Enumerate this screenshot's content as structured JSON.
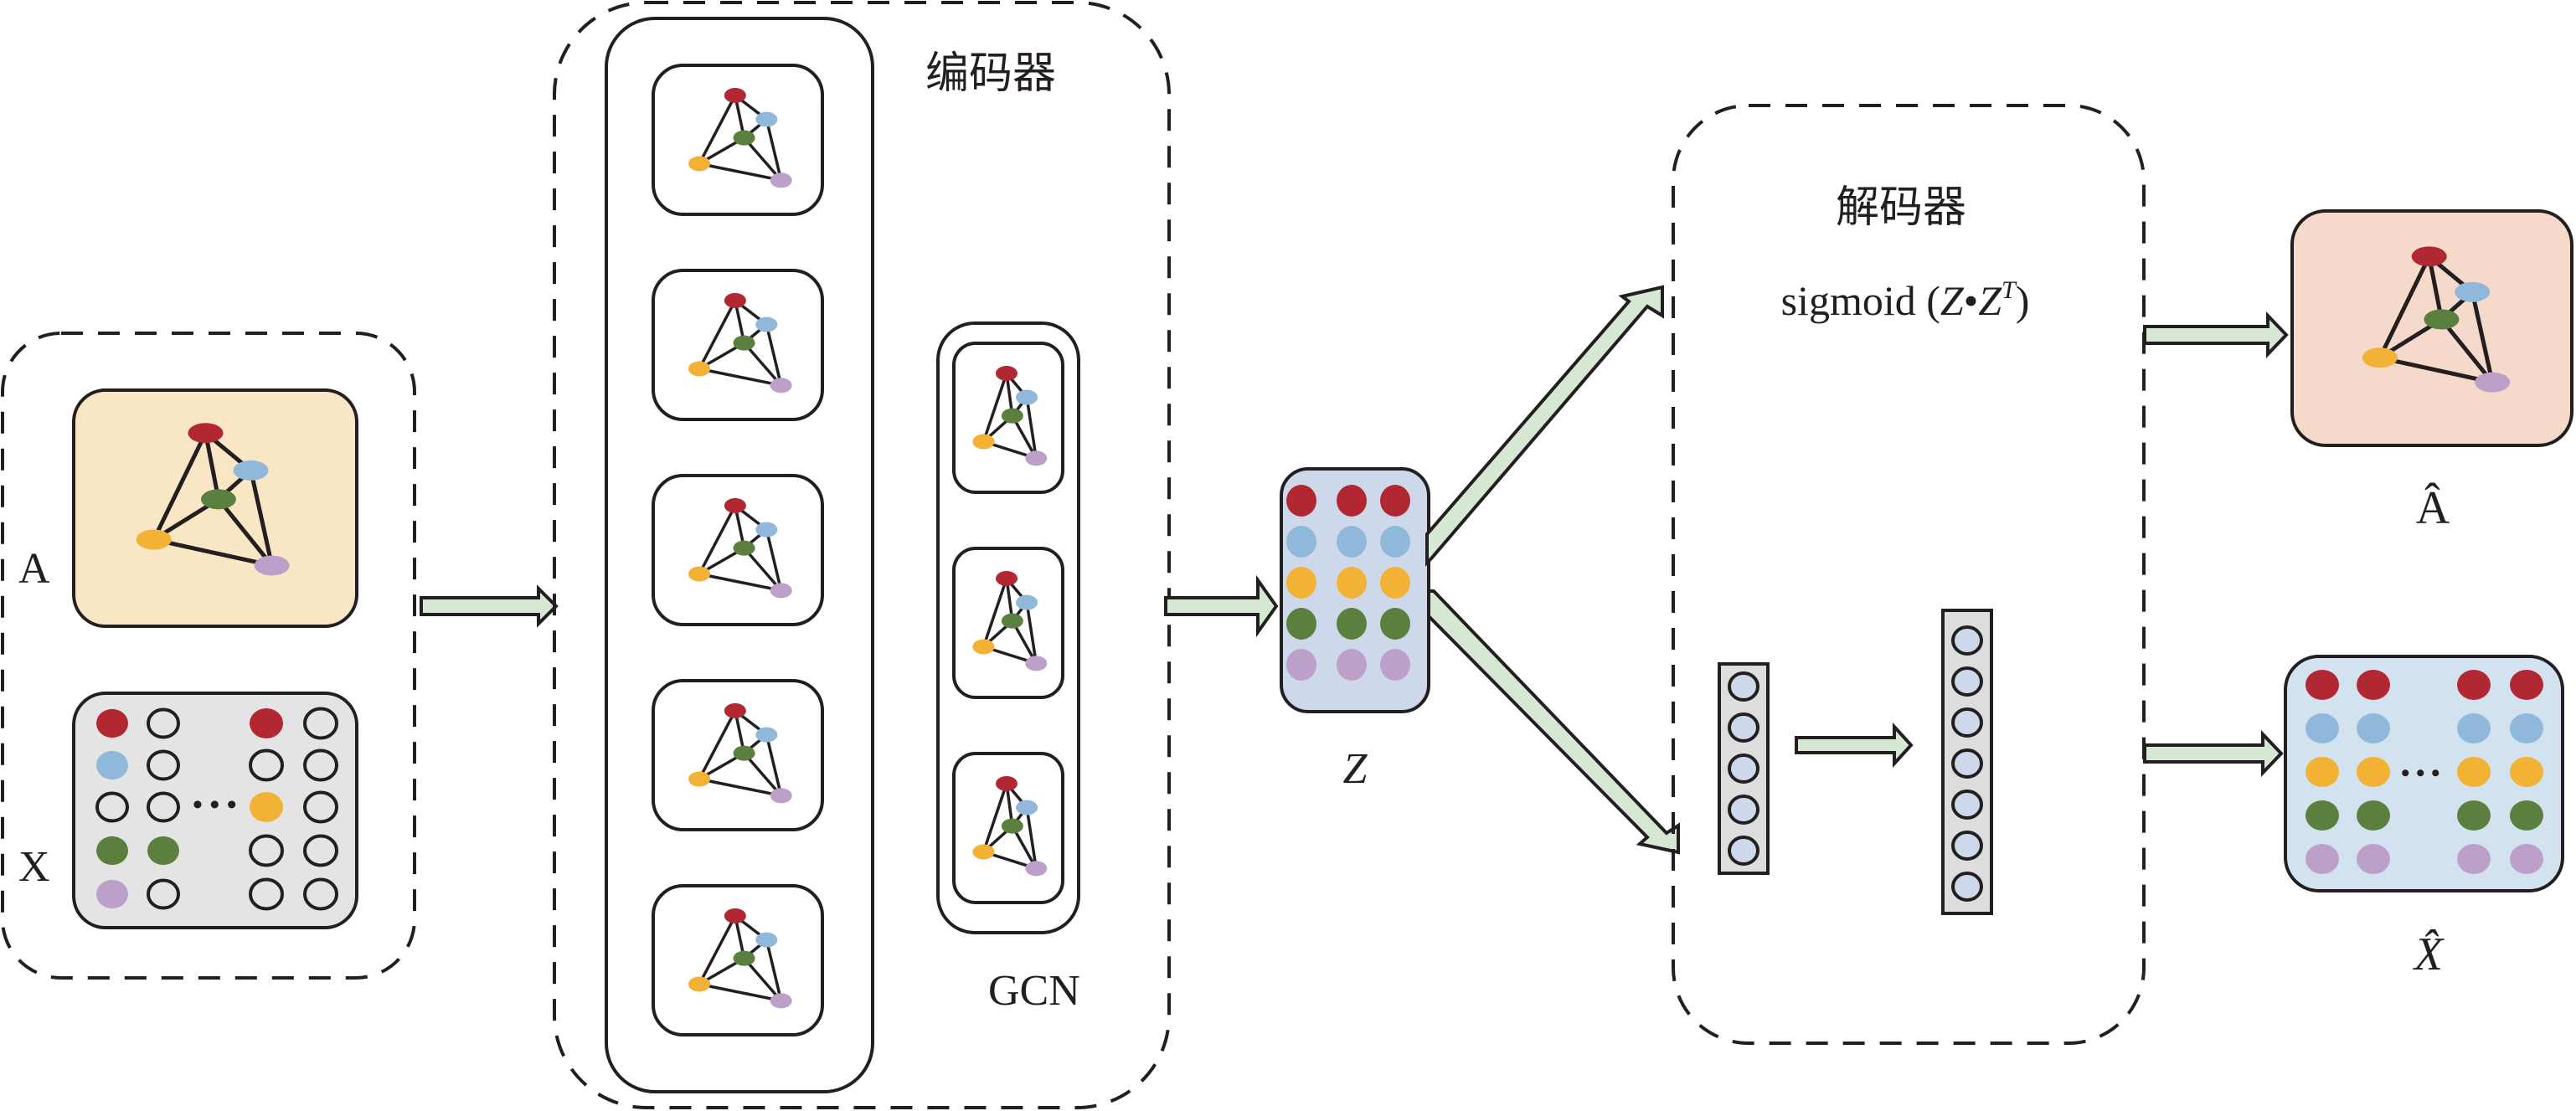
{
  "colors": {
    "node_red": "#b22832",
    "node_blue": "#8fb8da",
    "node_orange": "#f2b236",
    "node_green": "#5a7f3e",
    "node_purple": "#bca0ca",
    "stroke": "#231f20",
    "arrow_fill": "#d6e8d4",
    "input_graph_bg": "#f9e6c4",
    "feature_matrix_bg": "#e4e4e4",
    "latent_bg": "#cdd9ea",
    "recon_graph_bg": "#f5dacc",
    "recon_matrix_bg": "#d2e2ef",
    "mlp_column_bg": "#dddddd",
    "mlp_neuron_fill": "#cdd9ea"
  },
  "input": {
    "adjacency_label": "A",
    "features_label": "X",
    "feature_matrix": {
      "ellipsis": "• • •",
      "left_columns": [
        [
          "red",
          "empty"
        ],
        [
          "blue",
          "empty"
        ],
        [
          "empty",
          "empty"
        ],
        [
          "green",
          "green"
        ],
        [
          "purple",
          "empty"
        ]
      ],
      "right_columns": [
        [
          "red",
          "empty"
        ],
        [
          "empty",
          "empty"
        ],
        [
          "orange",
          "empty"
        ],
        [
          "empty",
          "empty"
        ],
        [
          "empty",
          "empty"
        ]
      ]
    }
  },
  "encoder": {
    "title": "编码器",
    "layer_label": "GCN",
    "layer1_graph_count": 5,
    "layer2_graph_count": 3
  },
  "latent": {
    "label": "Z",
    "rows": [
      "red",
      "blue",
      "orange",
      "green",
      "purple"
    ],
    "columns": 3
  },
  "decoder": {
    "title": "解码器",
    "formula_prefix": "sigmoid (",
    "formula_z1": "Z",
    "formula_dot": "•",
    "formula_z2": "Z",
    "formula_sup": "T",
    "formula_suffix": ")",
    "mlp_small_neurons": 5,
    "mlp_large_neurons": 7
  },
  "output": {
    "adjacency_label": "Â",
    "features_label": "X̂",
    "feature_matrix": {
      "ellipsis": "• • •",
      "rows": [
        "red",
        "blue",
        "orange",
        "green",
        "purple"
      ],
      "columns_each_side": 2
    }
  }
}
